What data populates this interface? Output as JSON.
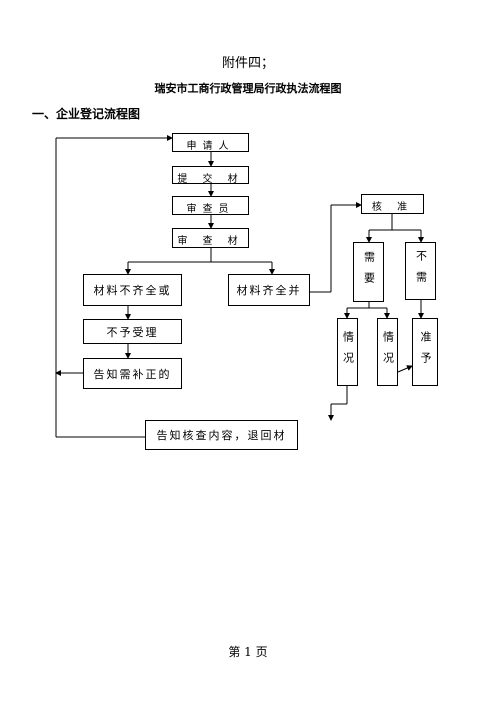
{
  "header": {
    "attachment": "附件四；",
    "title": "瑞安市工商行政管理局行政执法流程图"
  },
  "section": {
    "heading": "一、企业登记流程图"
  },
  "boxes": {
    "applicant": "申请人",
    "submit_materials": "提 交 材",
    "reviewer": "审查员",
    "review_materials": "审 查 材",
    "incomplete": "材料不齐全或",
    "complete": "材料齐全并",
    "not_accepted": "不予受理",
    "notify_supplement": "告知需补正的",
    "notify_return": "告知核查内容，退回材",
    "approve": "核 准",
    "need": "需要",
    "no_need": "不需",
    "case_1": "情况",
    "case_2": "情况",
    "grant": "准予"
  },
  "footer": {
    "page": "第 1 页"
  }
}
